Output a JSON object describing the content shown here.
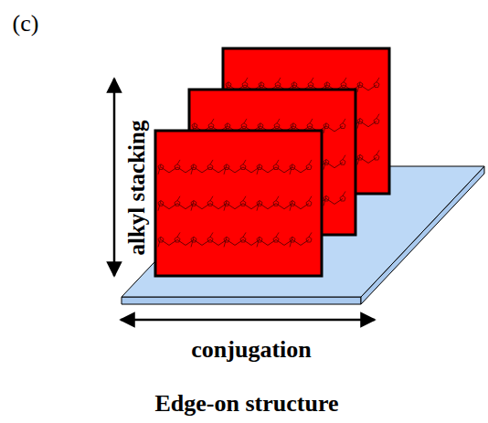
{
  "diagram": {
    "caption": "Edge-on structure",
    "labels": [
      "(c)",
      "alkyl stacking",
      "conjugation"
    ]
  }
}
